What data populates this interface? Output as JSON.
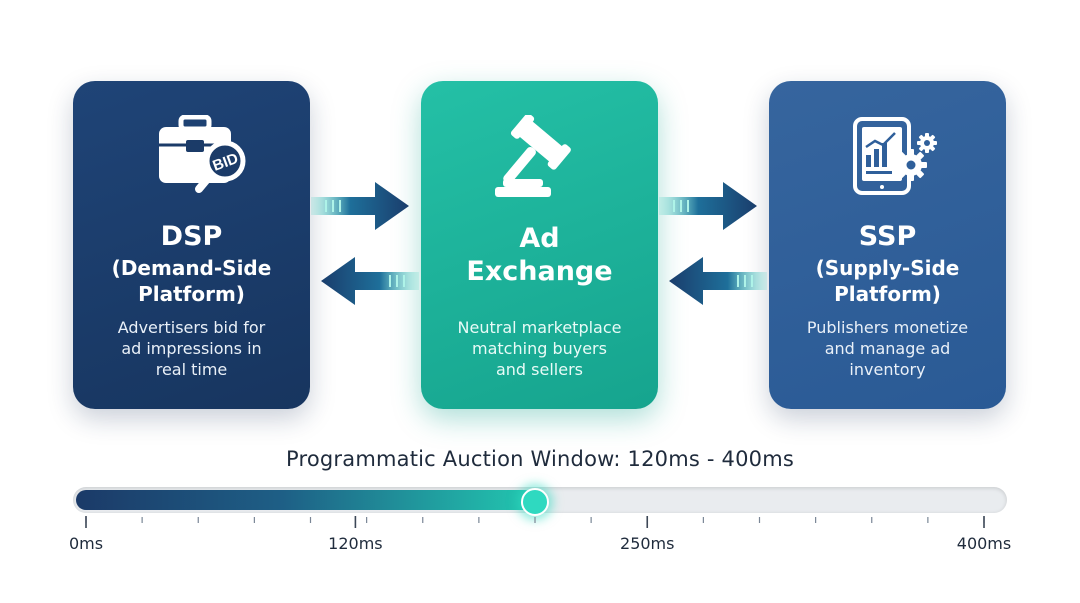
{
  "cards": {
    "dsp": {
      "title": "DSP",
      "subtitle_line1": "(Demand-Side",
      "subtitle_line2": "Platform)",
      "desc_line1": "Advertisers bid for",
      "desc_line2": "ad impressions in",
      "desc_line3": "real time",
      "icon": "briefcase-bid-icon",
      "icon_badge": "BID",
      "color": "#1a3a66"
    },
    "adx": {
      "title_line1": "Ad",
      "title_line2": "Exchange",
      "desc_line1": "Neutral marketplace",
      "desc_line2": "matching buyers",
      "desc_line3": "and sellers",
      "icon": "gavel-icon",
      "color": "#1bb39b"
    },
    "ssp": {
      "title": "SSP",
      "subtitle_line1": "(Supply-Side",
      "subtitle_line2": "Platform)",
      "desc_line1": "Publishers monetize",
      "desc_line2": "and manage ad",
      "desc_line3": "inventory",
      "icon": "tablet-analytics-gears-icon",
      "color": "#2f5f9a"
    }
  },
  "flows": [
    {
      "from": "dsp",
      "to": "adx",
      "direction": "right"
    },
    {
      "from": "adx",
      "to": "dsp",
      "direction": "left"
    },
    {
      "from": "adx",
      "to": "ssp",
      "direction": "right"
    },
    {
      "from": "ssp",
      "to": "adx",
      "direction": "left"
    }
  ],
  "timeline": {
    "title": "Programmatic Auction Window: 120ms - 400ms",
    "min_ms": 0,
    "max_ms": 400,
    "progress_ms": 200,
    "labels": [
      {
        "text": "0ms",
        "value": 0
      },
      {
        "text": "120ms",
        "value": 120
      },
      {
        "text": "250ms",
        "value": 250
      },
      {
        "text": "400ms",
        "value": 400
      }
    ],
    "minor_tick_count": 16
  }
}
